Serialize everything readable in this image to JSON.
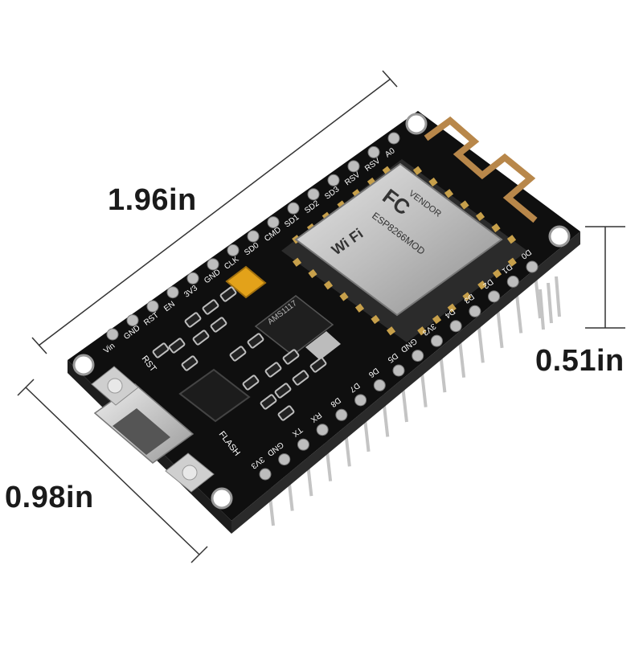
{
  "dimensions": {
    "length": "1.96in",
    "width": "0.98in",
    "height": "0.51in"
  },
  "board": {
    "shield_vendor_text": "VENDOR",
    "shield_model_text": "ESP8266MOD",
    "shield_fcc_text": "FC",
    "shield_wifi_text": "Wi Fi",
    "regulator_text": "AMS1117",
    "button_rst_label": "RST",
    "button_flash_label": "FLASH",
    "top_pins": [
      "Vin",
      "GND",
      "RST",
      "EN",
      "3V3",
      "GND",
      "CLK",
      "SD0",
      "CMD",
      "SD1",
      "SD2",
      "SD3",
      "RSV",
      "RSV",
      "A0"
    ],
    "bottom_pins": [
      "3V3",
      "GND",
      "TX",
      "RX",
      "D8",
      "D7",
      "D6",
      "D5",
      "GND",
      "3V3",
      "D4",
      "D3",
      "D2",
      "D1",
      "D0"
    ]
  },
  "colors": {
    "pcb": "#111111",
    "shield": "#c9c9c9",
    "antenna": "#b8874a",
    "pin_metal": "#bdbdbd",
    "capacitor": "#e3a21a"
  }
}
